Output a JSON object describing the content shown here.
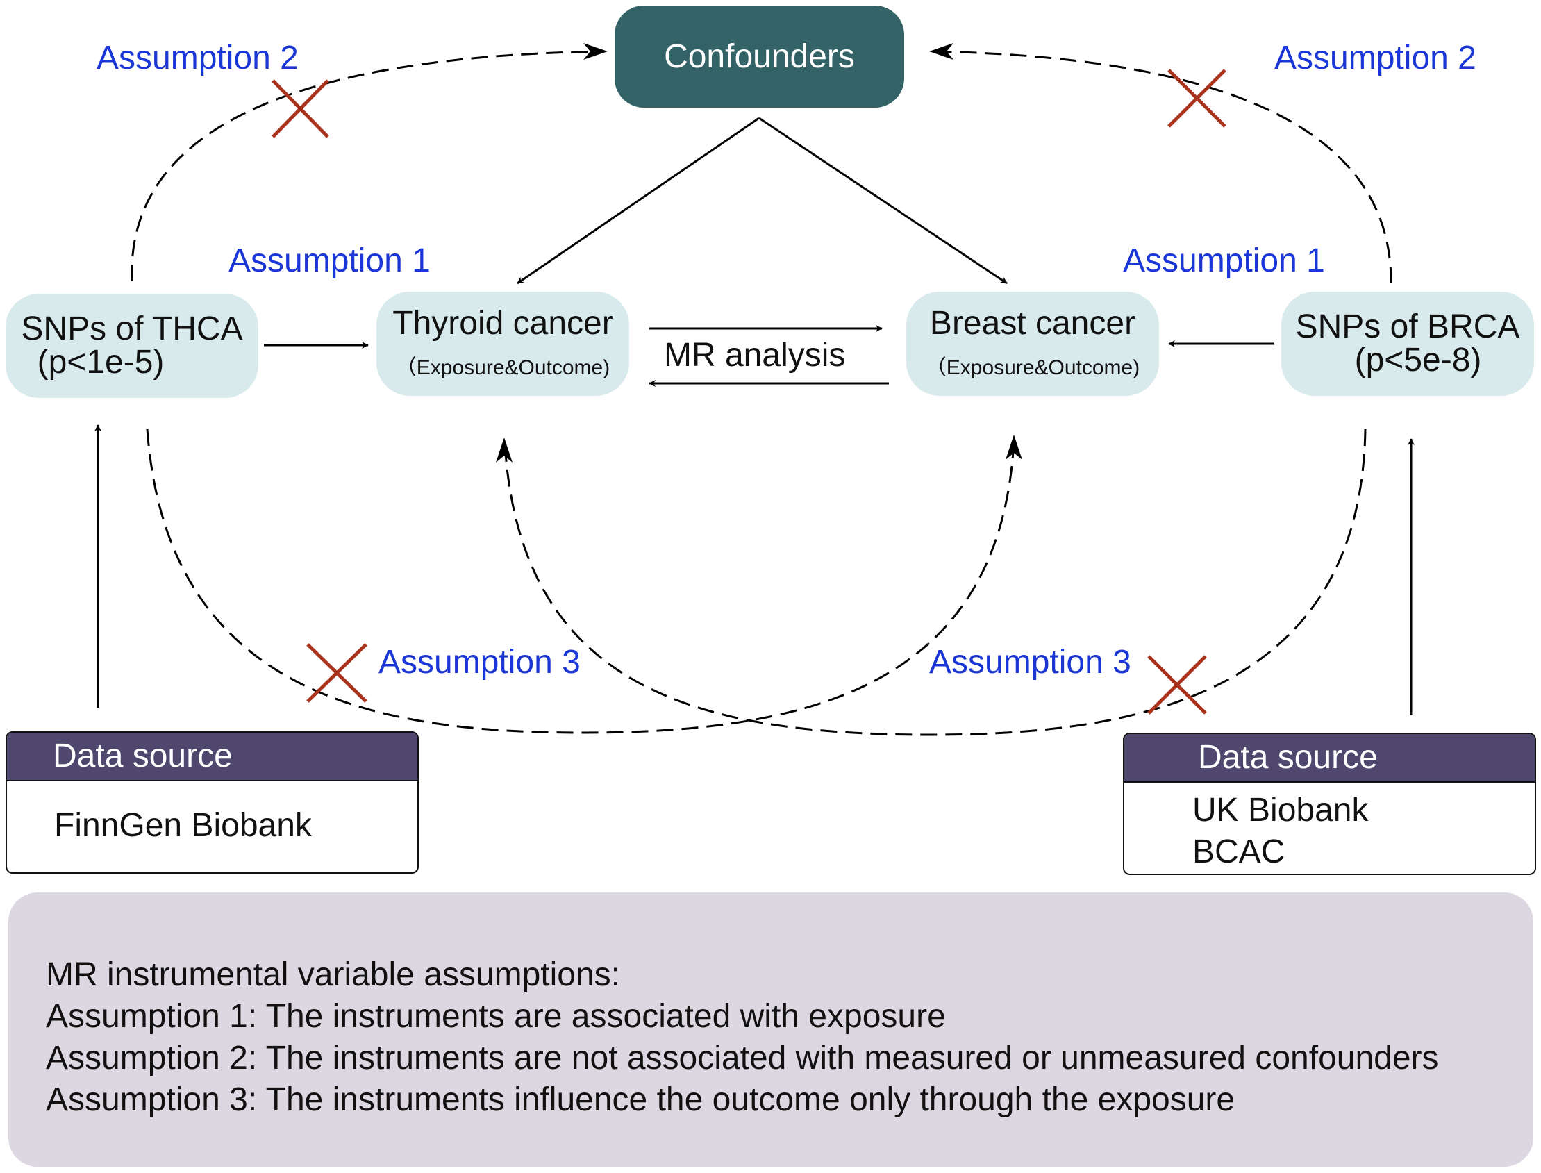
{
  "nodes": {
    "confounders": "Confounders",
    "thca_snps": {
      "line1": "SNPs of THCA",
      "line2": "(p<1e-5)"
    },
    "thyroid": {
      "title": "Thyroid cancer",
      "subtitle": "（Exposure&Outcome)"
    },
    "breast": {
      "title": "Breast cancer",
      "subtitle": "（Exposure&Outcome)"
    },
    "brca_snps": {
      "line1": "SNPs of  BRCA",
      "line2": "(p<5e-8)"
    }
  },
  "labels": {
    "assumption2_left": "Assumption 2",
    "assumption2_right": "Assumption 2",
    "assumption1_left": "Assumption 1",
    "assumption1_right": "Assumption 1",
    "assumption3_left": "Assumption 3",
    "assumption3_right": "Assumption 3",
    "mr_analysis": "MR analysis"
  },
  "sources": {
    "left": {
      "header": "Data source",
      "items": [
        "FinnGen Biobank"
      ]
    },
    "right": {
      "header": "Data source",
      "items": [
        "UK Biobank",
        "BCAC"
      ]
    }
  },
  "legend": {
    "title": "MR instrumental variable assumptions:",
    "lines": [
      "Assumption 1: The instruments are associated with exposure",
      "Assumption 2: The instruments are not associated with measured or unmeasured confounders",
      "Assumption 3: The instruments influence the outcome only through the exposure"
    ]
  },
  "colors": {
    "confounders_fill": "#336366",
    "node_fill": "#d9eaed",
    "assumption_text": "#1a36d6",
    "cross": "#a8321c",
    "source_header": "#4f476e",
    "legend_fill": "#ddd7e1"
  }
}
